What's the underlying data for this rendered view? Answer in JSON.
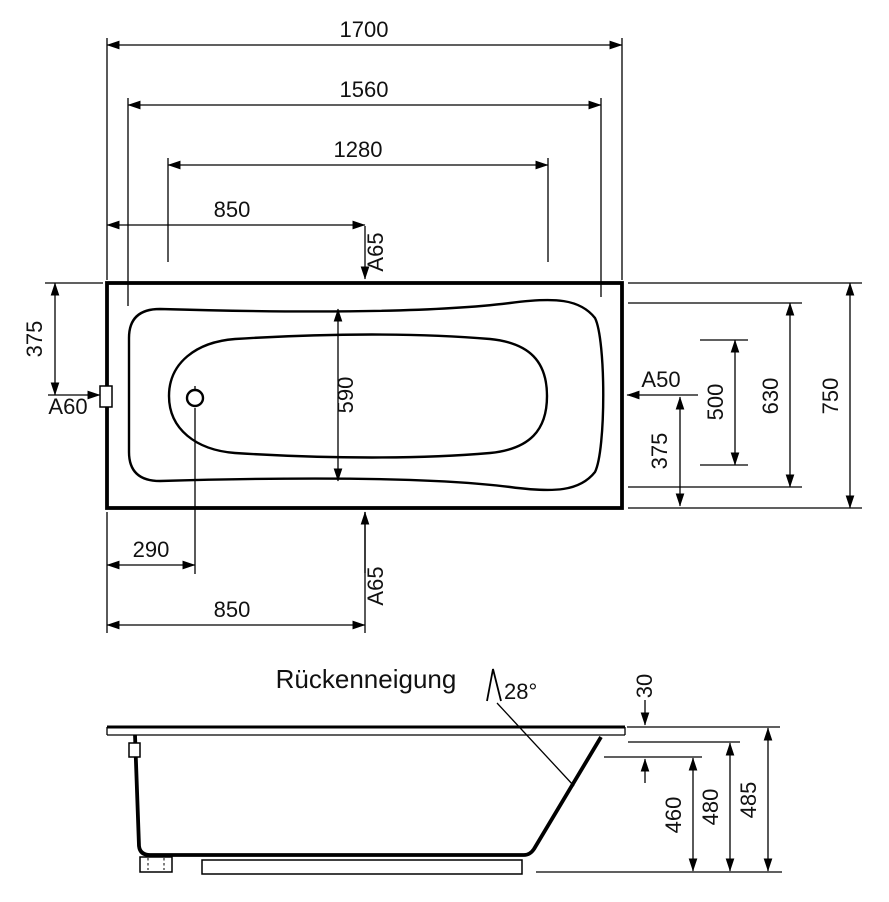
{
  "drawing": {
    "plan": {
      "dim_1700": "1700",
      "dim_1560": "1560",
      "dim_1280": "1280",
      "dim_850_top": "850",
      "dim_a65_top": "A65",
      "dim_375_left": "375",
      "dim_a60": "A60",
      "dim_590": "590",
      "dim_a50": "A50",
      "dim_375_right": "375",
      "dim_500": "500",
      "dim_630": "630",
      "dim_750": "750",
      "dim_290": "290",
      "dim_850_bottom": "850",
      "dim_a65_bottom": "A65"
    },
    "side": {
      "label_rueckenneigung": "Rückenneigung",
      "label_angle": "28°",
      "dim_30": "30",
      "dim_460": "460",
      "dim_480": "480",
      "dim_485": "485"
    },
    "colors": {
      "line": "#000000",
      "background": "#ffffff"
    }
  }
}
